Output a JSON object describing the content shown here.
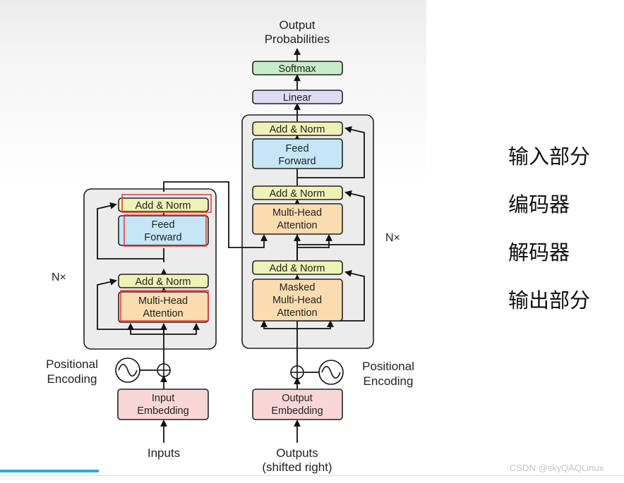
{
  "diagram": {
    "output_probabilities": [
      "Output",
      "Probabilities"
    ],
    "softmax": "Softmax",
    "linear": "Linear",
    "decoder": {
      "add_norm_top": "Add & Norm",
      "feed_forward": [
        "Feed",
        "Forward"
      ],
      "add_norm_mid": "Add & Norm",
      "multi_head_attention": [
        "Multi-Head",
        "Attention"
      ],
      "add_norm_bottom": "Add & Norm",
      "masked_attention": [
        "Masked",
        "Multi-Head",
        "Attention"
      ],
      "nx": "N×"
    },
    "encoder": {
      "add_norm_top": "Add & Norm",
      "feed_forward": [
        "Feed",
        "Forward"
      ],
      "add_norm_bottom": "Add & Norm",
      "multi_head_attention": [
        "Multi-Head",
        "Attention"
      ],
      "nx": "N×"
    },
    "input_embedding": [
      "Input",
      "Embedding"
    ],
    "output_embedding": [
      "Output",
      "Embedding"
    ],
    "positional_encoding_left": [
      "Positional",
      "Encoding"
    ],
    "positional_encoding_right": [
      "Positional",
      "Encoding"
    ],
    "inputs": "Inputs",
    "outputs": [
      "Outputs",
      "(shifted right)"
    ]
  },
  "sections": [
    "输入部分",
    "编码器",
    "解码器",
    "输出部分"
  ],
  "watermark": "CSDN @skyQAQLinux",
  "colors": {
    "add_norm": "#eff2b6",
    "feed_forward": "#c4e6f6",
    "attention": "#fbdcb0",
    "embedding": "#f9d6d6",
    "softmax": "#c7ecc9",
    "linear": "#dcdcf2",
    "stack_bg": "#ececec",
    "highlight": "#e53935"
  }
}
